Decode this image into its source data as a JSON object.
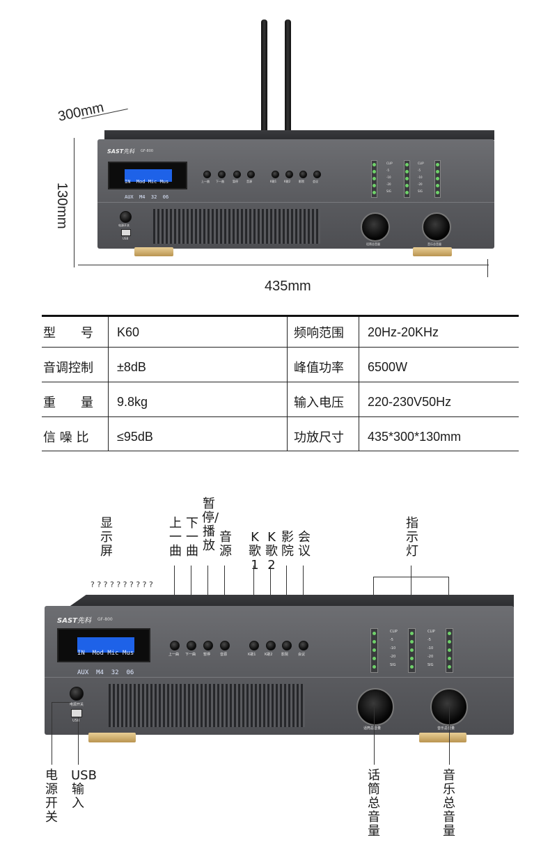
{
  "dimensions": {
    "depth": "300mm",
    "height": "130mm",
    "width": "435mm"
  },
  "device": {
    "brand": "SAST",
    "brand_cn": "先科",
    "model": "GF-800",
    "lcd_line1": "IN  Mod Mic Mus",
    "lcd_line2": "AUX  M4  32  06",
    "buttons": [
      "上一曲",
      "下一曲",
      "暂停",
      "音源",
      "K歌1",
      "K歌2",
      "影院",
      "会议"
    ],
    "meter_labels": [
      "CLIP",
      "-5",
      "-10",
      "-20",
      "SIG"
    ],
    "power_label": "电源开关",
    "usb_label": "USB",
    "knob_left_label": "话筒总音量",
    "knob_right_label": "音乐总音量"
  },
  "specs": {
    "rows": [
      {
        "k1": "型　　号",
        "v1": "K60",
        "k2": "频响范围",
        "v2": "20Hz-20KHz"
      },
      {
        "k1": "音调控制",
        "v1": "±8dB",
        "k2": "峰值功率",
        "v2": "6500W"
      },
      {
        "k1": "重　　量",
        "v1": "9.8kg",
        "k2": "输入电压",
        "v2": "220-230V50Hz"
      },
      {
        "k1": "信 噪 比",
        "v1": "≤95dB",
        "k2": "功放尺寸",
        "v2": "435*300*130mm"
      }
    ]
  },
  "callouts": {
    "display": "显示屏",
    "prev": "上一曲",
    "next": "下一曲",
    "pause": "暂停/播放",
    "source": "音源",
    "k1": "K歌1",
    "k2": "K歌2",
    "cinema": "影院",
    "meeting": "会议",
    "indicator": "指示灯",
    "power": "电源开关",
    "usb": "USB输入",
    "mic_volume": "话筒总音量",
    "music_volume": "音乐总音量",
    "question_marks": "? ? ? ? ? ? ? ? ? ?"
  }
}
